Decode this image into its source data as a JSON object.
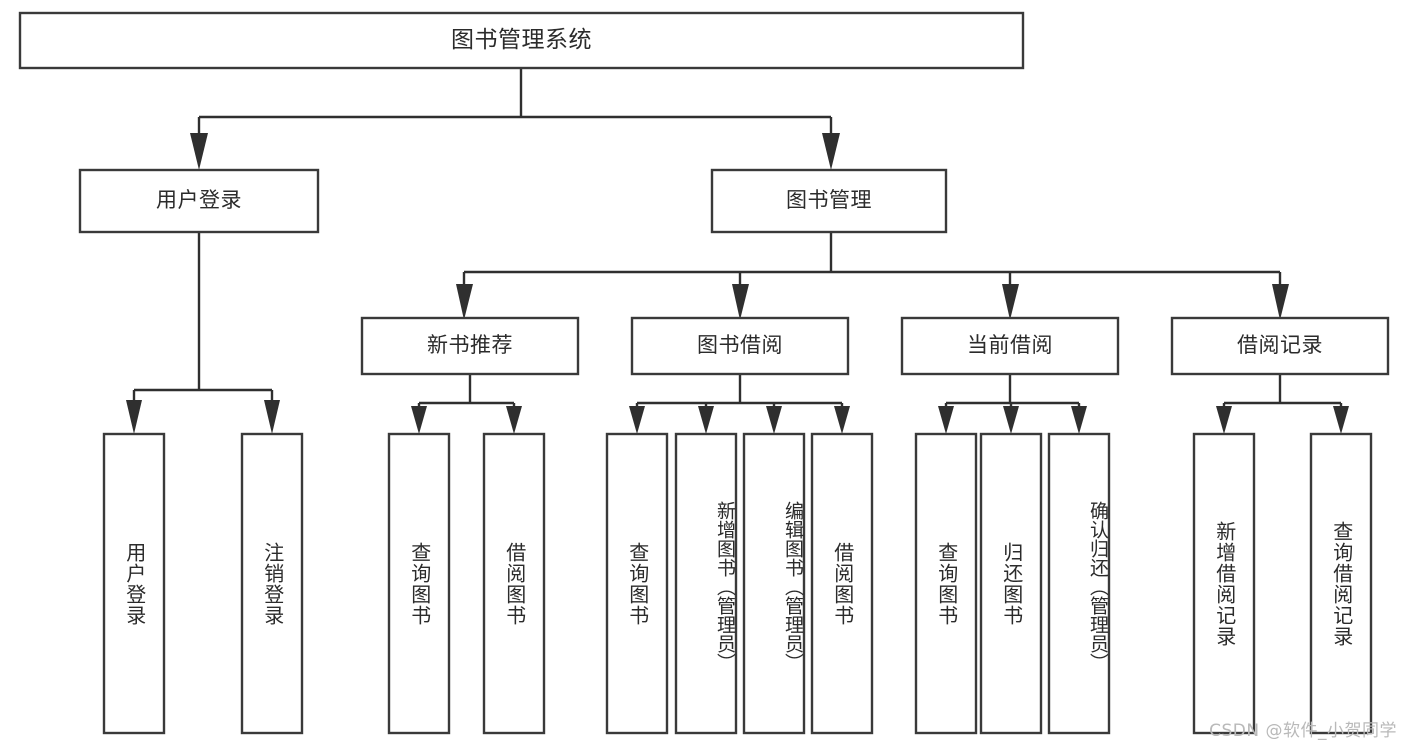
{
  "diagram": {
    "type": "tree",
    "title": "图书管理系统",
    "watermark": "CSDN @软件_小贺同学",
    "levels": {
      "root": {
        "label": "图书管理系统",
        "orientation": "horizontal"
      },
      "level1": [
        {
          "id": "user-login",
          "label": "用户登录",
          "orientation": "horizontal"
        },
        {
          "id": "book-management",
          "label": "图书管理",
          "orientation": "horizontal"
        }
      ],
      "level2": [
        {
          "id": "new-book-recommend",
          "label": "新书推荐",
          "orientation": "horizontal",
          "parent": "book-management"
        },
        {
          "id": "book-borrow",
          "label": "图书借阅",
          "orientation": "horizontal",
          "parent": "book-management"
        },
        {
          "id": "current-borrow",
          "label": "当前借阅",
          "orientation": "horizontal",
          "parent": "book-management"
        },
        {
          "id": "borrow-record",
          "label": "借阅记录",
          "orientation": "horizontal",
          "parent": "book-management"
        }
      ],
      "leaves": [
        {
          "id": "leaf-user-login",
          "label": "用户登录",
          "orientation": "vertical",
          "parent": "user-login"
        },
        {
          "id": "leaf-user-logout",
          "label": "注销登录",
          "orientation": "vertical",
          "parent": "user-login"
        },
        {
          "id": "leaf-query-book-1",
          "label": "查询图书",
          "orientation": "vertical",
          "parent": "new-book-recommend"
        },
        {
          "id": "leaf-borrow-book-1",
          "label": "借阅图书",
          "orientation": "vertical",
          "parent": "new-book-recommend"
        },
        {
          "id": "leaf-query-book-2",
          "label": "查询图书",
          "orientation": "vertical",
          "parent": "book-borrow"
        },
        {
          "id": "leaf-add-book",
          "label": "新增图书（管理员）",
          "orientation": "vertical",
          "parent": "book-borrow"
        },
        {
          "id": "leaf-edit-book",
          "label": "编辑图书（管理员）",
          "orientation": "vertical",
          "parent": "book-borrow"
        },
        {
          "id": "leaf-borrow-book-2",
          "label": "借阅图书",
          "orientation": "vertical",
          "parent": "book-borrow"
        },
        {
          "id": "leaf-query-book-3",
          "label": "查询图书",
          "orientation": "vertical",
          "parent": "current-borrow"
        },
        {
          "id": "leaf-return-book",
          "label": "归还图书",
          "orientation": "vertical",
          "parent": "current-borrow"
        },
        {
          "id": "leaf-confirm-return",
          "label": "确认归还（管理员）",
          "orientation": "vertical",
          "parent": "current-borrow"
        },
        {
          "id": "leaf-add-record",
          "label": "新增借阅记录",
          "orientation": "vertical",
          "parent": "borrow-record"
        },
        {
          "id": "leaf-query-record",
          "label": "查询借阅记录",
          "orientation": "vertical",
          "parent": "borrow-record"
        }
      ]
    },
    "colors": {
      "background": "#ffffff",
      "box_fill": "#ffffff",
      "box_stroke": "#3a3a3a",
      "connector": "#2f2f2f",
      "text": "#2b2b2b",
      "watermark": "#b9b9b9"
    }
  }
}
